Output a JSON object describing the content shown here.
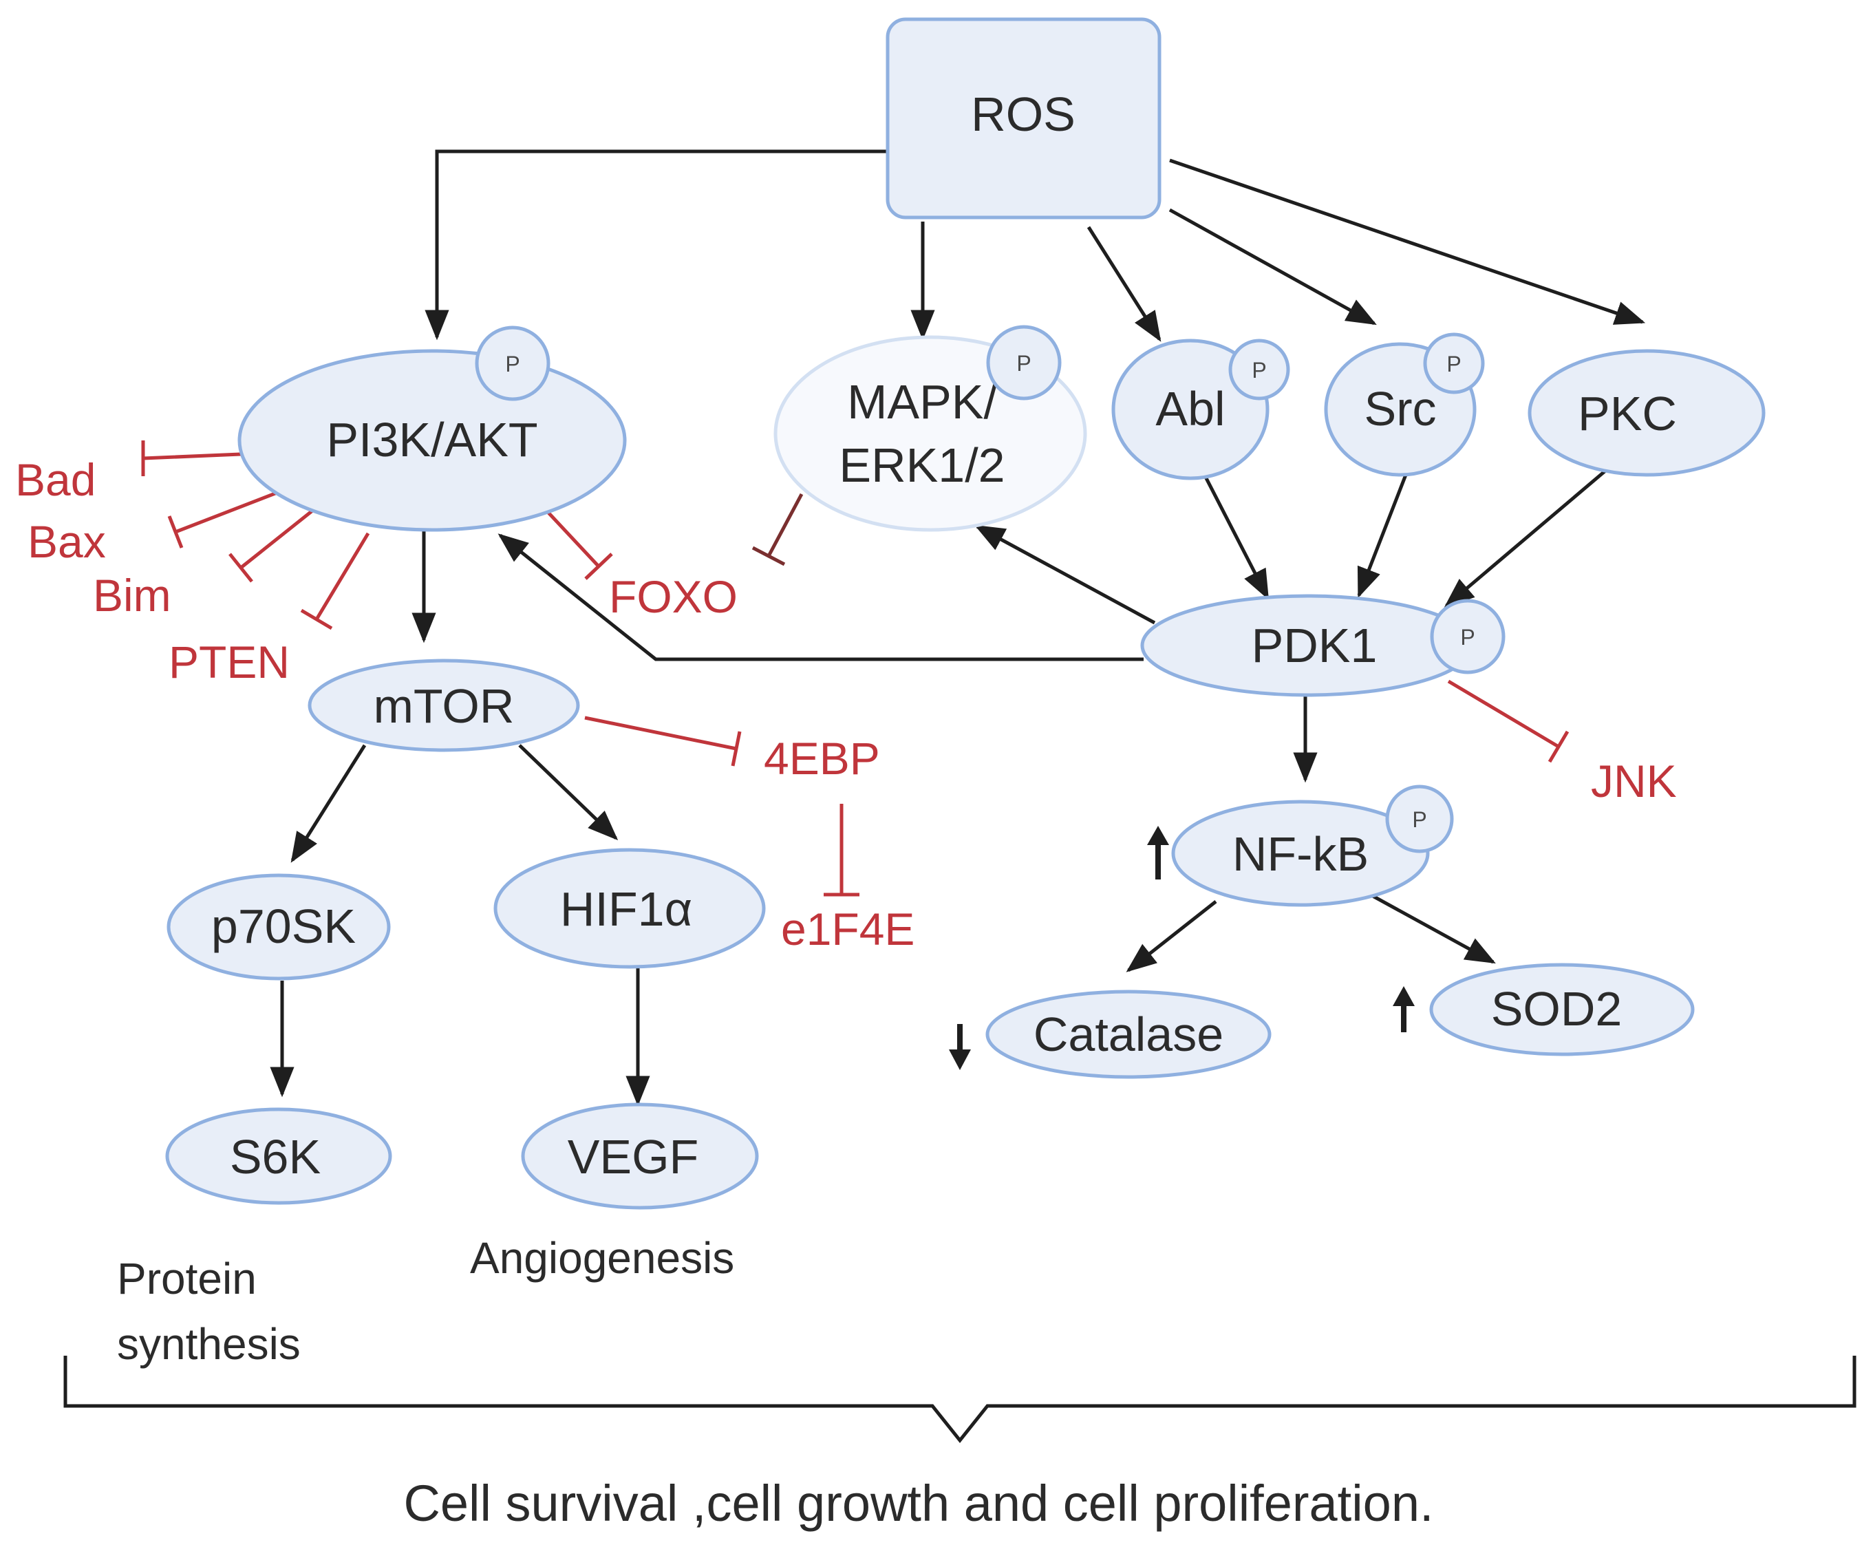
{
  "nodes": {
    "ros": "ROS",
    "pi3k_akt": "PI3K/AKT",
    "mapk_line1": "MAPK/",
    "mapk_line2": "ERK1/2",
    "abl": "Abl",
    "src": "Src",
    "pkc": "PKC",
    "pdk1": "PDK1",
    "mtor": "mTOR",
    "p70sk": "p70SK",
    "hif1a": "HIF1α",
    "s6k": "S6K",
    "vegf": "VEGF",
    "nfkb": "NF-kB",
    "catalase": "Catalase",
    "sod2": "SOD2"
  },
  "phospho_label": "P",
  "inhibited": {
    "bad": "Bad",
    "bax": "Bax",
    "bim": "Bim",
    "pten": "PTEN",
    "foxo": "FOXO",
    "ebp4": "4EBP",
    "eif4e": "e1F4E",
    "jnk": "JNK"
  },
  "outcomes": {
    "protein_line1": "Protein",
    "protein_line2": "synthesis",
    "angiogenesis": "Angiogenesis",
    "overall": "Cell survival ,cell growth and cell proliferation."
  },
  "colors": {
    "node_fill": "#e8eef8",
    "node_stroke": "#8fb0e0",
    "activation": "#1e1e1e",
    "inhibition": "#c0353b"
  }
}
